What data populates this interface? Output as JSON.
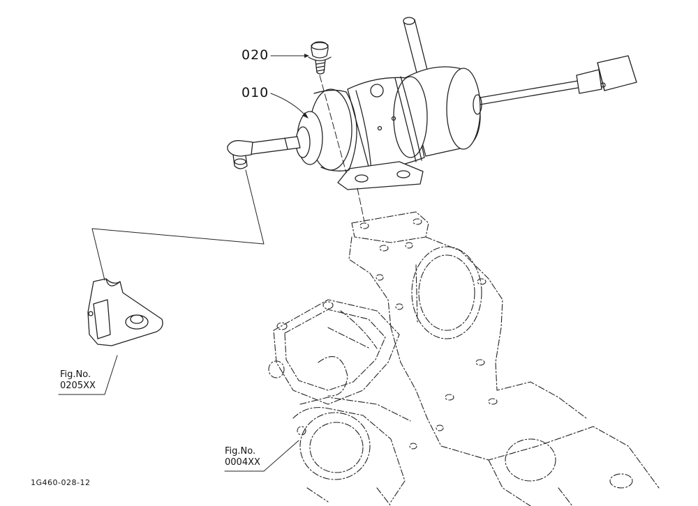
{
  "callouts": {
    "part_010": "010",
    "part_020": "020"
  },
  "figure_refs": {
    "fig_a": {
      "label": "Fig.No.",
      "number": "0205XX"
    },
    "fig_b": {
      "label": "Fig.No.",
      "number": "0004XX"
    }
  },
  "drawing_code": "1G460-028-12",
  "colors": {
    "line": "#222222",
    "background": "#ffffff"
  }
}
